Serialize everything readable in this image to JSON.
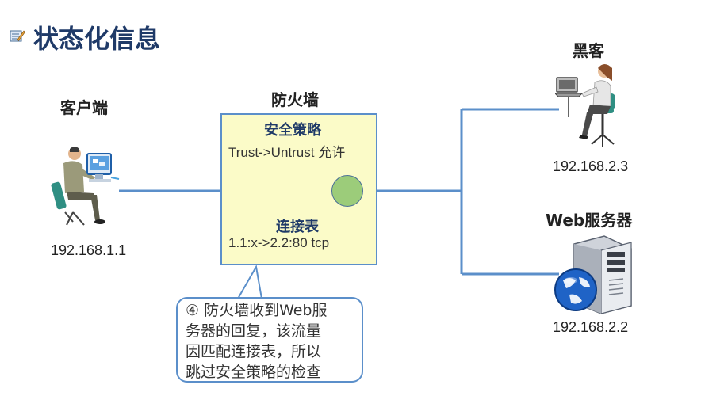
{
  "title": "状态化信息",
  "nodes": {
    "client": {
      "label": "客户端",
      "ip": "192.168.1.1"
    },
    "firewall": {
      "label": "防火墙"
    },
    "hacker": {
      "label": "黑客",
      "ip": "192.168.2.3"
    },
    "server": {
      "label": "Web服务器",
      "ip": "192.168.2.2"
    }
  },
  "firewall_box": {
    "policy_heading": "安全策略",
    "policy_rule": "Trust->Untrust  允许",
    "table_heading": "连接表",
    "table_entry": "1.1:x->2.2:80  tcp"
  },
  "callout": {
    "lines": [
      "④ 防火墙收到Web服",
      "务器的回复，该流量",
      "因匹配连接表，所以",
      "跳过安全策略的检查"
    ]
  },
  "colors": {
    "title": "#1f3a68",
    "lines": "#5b8fca",
    "box_fill": "#fbfbc8",
    "state_dot": "#9ccc7a"
  }
}
